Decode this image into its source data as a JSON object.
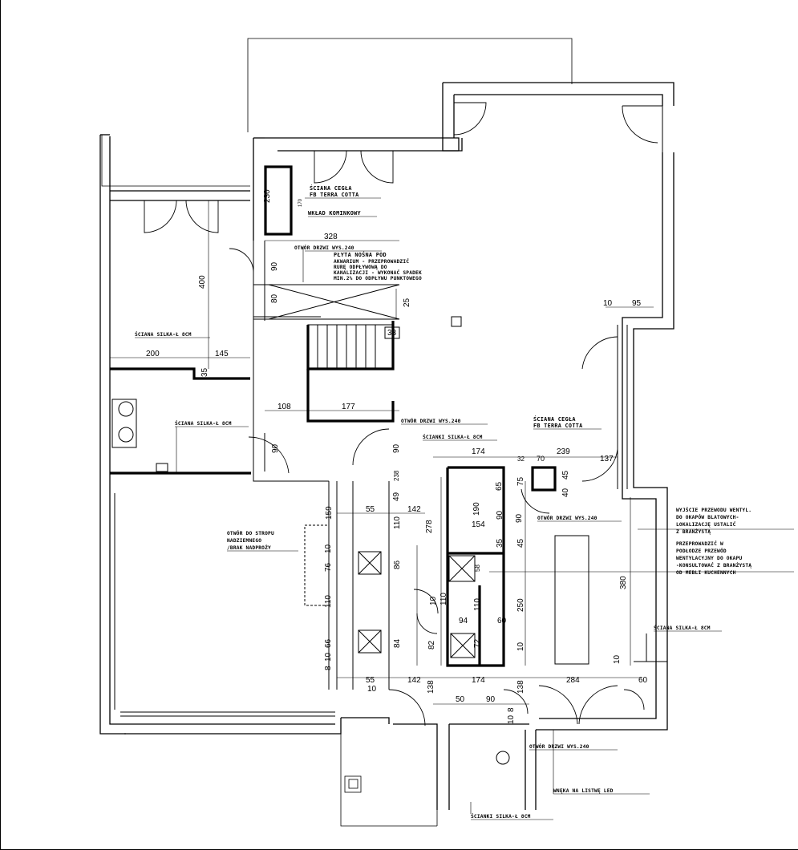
{
  "annotations": {
    "sciana_cegla_top": [
      "ŚCIANA CEGŁA",
      "FB TERRA COTTA"
    ],
    "wklad": "WKŁAD KOMINKOWY",
    "otwor_240_top": "OTWÓR DRZWI WYS.240",
    "plyta": [
      "PŁYTA NOŚNA POD",
      "AKWARIUM - PRZEPROWADZIĆ",
      "RURĘ ODPŁYWOWĄ DO",
      "KANALIZACJI - WYKONAĆ SPADEK",
      "MIN.2% DO ODPŁYWU PUNKTOWEGO"
    ],
    "silka_left": "ŚCIANA SILKA-Ł 8CM",
    "silka_mid": "ŚCIANA SILKA-Ł 8CM",
    "otwor_240_mid": "OTWÓR DRZWI WYS.240",
    "sciana_cegla_right": [
      "ŚCIANA CEGŁA",
      "FB TERRA COTTA"
    ],
    "scianki_silka": "ŚCIANKI SILKA-Ł 8CM",
    "otwor_240_right": "OTWÓR DRZWI WYS.240",
    "otwor_strop": [
      "OTWÓR DO STROPU",
      "NADZIEMNEGO",
      "/BRAK NADPROŻY"
    ],
    "wyjscie": [
      "WYJŚCIE PRZEWODU WENTYL.",
      "DO OKAPÓW BLATOWYCH-",
      "LOKALIZACJĘ USTALIĆ",
      "Z BRANŻYSTĄ"
    ],
    "przeprowadzic": [
      "PRZEPROWADZIĆ W",
      "PODŁODZE PRZEWÓD",
      "WENTYLACYJNY DO OKAPU",
      "-KONSULTOWAĆ Z BRANŻYSTĄ",
      "OD MEBLI KUCHENNYCH"
    ],
    "silka_right": "ŚCIANA SILKA-Ł 8CM",
    "otwor_240_bottom": "OTWÓR DRZWI WYS.240",
    "wneka": "WNĘKA NA LISTWĘ LED",
    "scianki_bottom": "ŚCIANKI SILKA-Ł 8CM"
  },
  "dimensions": {
    "d230": "230",
    "d170": "170",
    "d328": "328",
    "d90a": "90",
    "d400": "400",
    "d80": "80",
    "d25": "25",
    "d33": "33",
    "d200": "200",
    "d145": "145",
    "d35": "35",
    "d108": "108",
    "d177": "177",
    "d90b": "90",
    "d90c": "90",
    "d174a": "174",
    "d32": "32",
    "d70": "70",
    "d239": "239",
    "d137": "137",
    "d75": "75",
    "d45": "45",
    "d40": "40",
    "d10a": "10",
    "d95": "95",
    "d65": "65",
    "d190": "190",
    "d154": "154",
    "d90d": "90",
    "d278": "278",
    "d49": "49",
    "d238": "238",
    "d159": "159",
    "d55a": "55",
    "d142a": "142",
    "d110a": "110",
    "d10b": "10",
    "d76": "76",
    "d86": "86",
    "d110b": "110",
    "d66": "66",
    "d84": "84",
    "d10c": "10",
    "d8": "8",
    "d82": "82",
    "d35b": "35",
    "d45b": "45",
    "d58": "58",
    "d110c": "110",
    "d250": "250",
    "d94": "94",
    "d60a": "60",
    "d72": "72",
    "d10d": "10",
    "d10e": "10",
    "d380": "380",
    "d10f": "10",
    "d60b": "60",
    "d55b": "55",
    "d10g": "10",
    "d142b": "142",
    "d138a": "138",
    "d174b": "174",
    "d138b": "138",
    "d284": "284",
    "d50": "50",
    "d90e": "90",
    "d8b": "8",
    "d10h": "10",
    "d110d": "110",
    "d90f": "90"
  }
}
